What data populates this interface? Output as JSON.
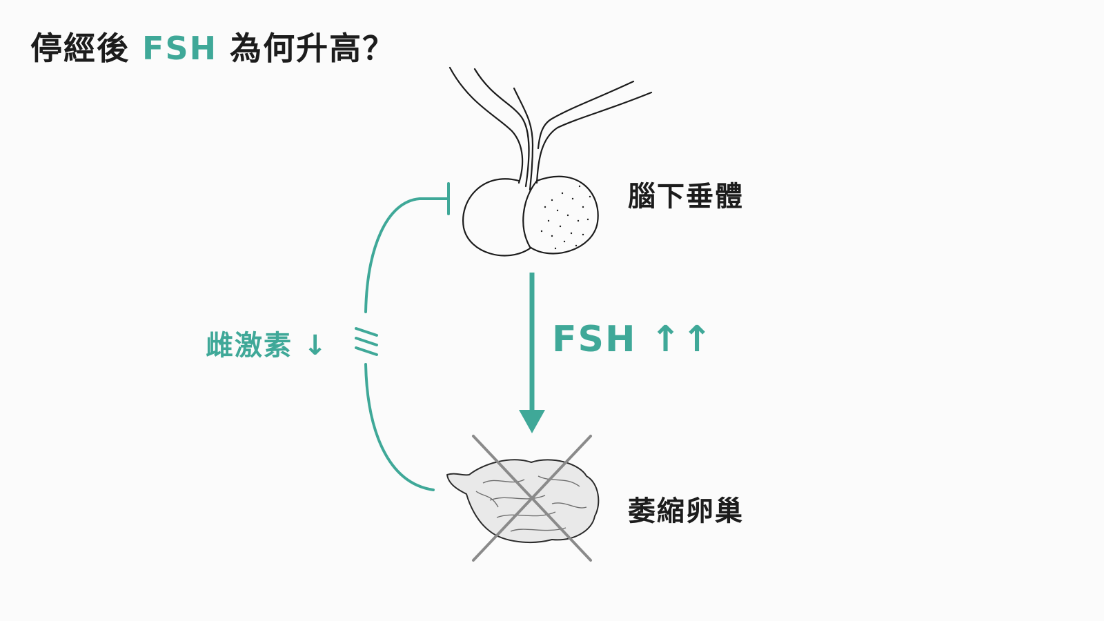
{
  "title": {
    "prefix": "停經後 ",
    "highlight": "FSH",
    "suffix": " 為何升高？"
  },
  "labels": {
    "pituitary": "腦下垂體",
    "ovary": "萎縮卵巢",
    "estrogen": "雌激素 ↓",
    "fsh": "FSH ↑↑"
  },
  "icons": {
    "pituitary": "pituitary-gland-illustration",
    "ovary": "shrunken-ovary-illustration",
    "cross": "cross-out-icon",
    "inhibition": "inhibition-bar-icon",
    "break": "broken-line-icon",
    "arrow": "down-arrow-icon"
  },
  "colors": {
    "accent": "#3fa898",
    "ink": "#1c1c1c",
    "cross": "#8a8a8a",
    "background": "#fbfbfb"
  }
}
